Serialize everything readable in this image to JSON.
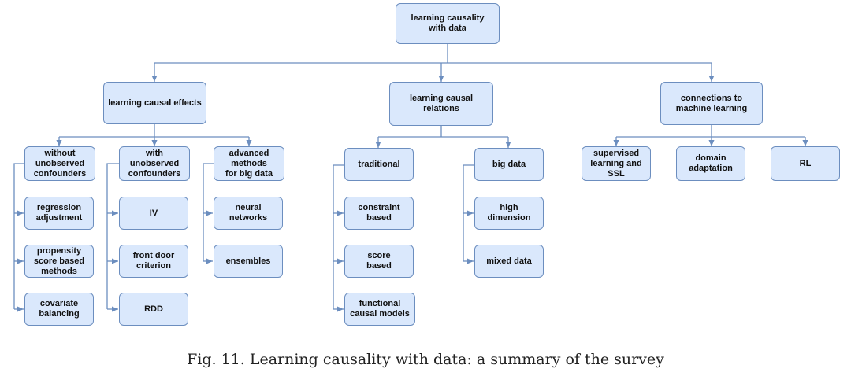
{
  "diagram": {
    "root": "learning causality\nwith data",
    "level1": {
      "causal_effects": "learning causal effects",
      "causal_relations": "learning causal relations",
      "connections_ml": "connections to\nmachine learning"
    },
    "effects": {
      "without": "without\nunobserved\nconfounders",
      "with": "with\nunobserved\nconfounders",
      "advanced": "advanced\nmethods\nfor big data",
      "regression": "regression\nadjustment",
      "propensity": "propensity\nscore based\nmethods",
      "covariate": "covariate\nbalancing",
      "iv": "IV",
      "front_door": "front door\ncriterion",
      "rdd": "RDD",
      "neural_networks": "neural networks",
      "ensembles": "ensembles"
    },
    "relations": {
      "traditional": "traditional",
      "big_data": "big data",
      "constraint": "constraint\nbased",
      "score": "score\nbased",
      "functional": "functional\ncausal models",
      "high_dimension": "high dimension",
      "mixed_data": "mixed data"
    },
    "ml": {
      "supervised": "supervised\nlearning and\nSSL",
      "domain": "domain\nadaptation",
      "rl": "RL"
    }
  },
  "caption": "Fig. 11.  Learning causality with data: a summary of the survey",
  "colors": {
    "box_fill": "#dae8fc",
    "box_stroke": "#6c8ebf",
    "edge": "#6c8ebf"
  }
}
